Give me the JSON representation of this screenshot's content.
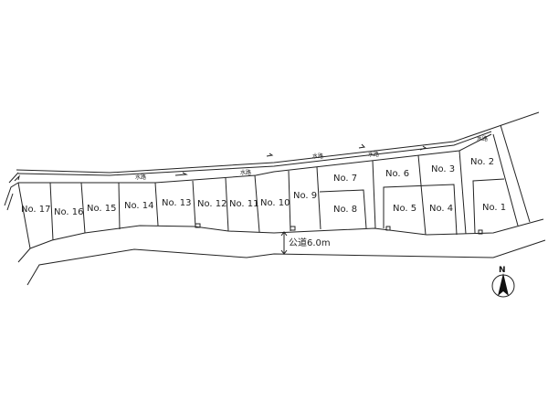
{
  "lots": [
    {
      "label": "No. 1"
    },
    {
      "label": "No. 2"
    },
    {
      "label": "No. 3"
    },
    {
      "label": "No. 4"
    },
    {
      "label": "No. 5"
    },
    {
      "label": "No. 6"
    },
    {
      "label": "No. 7"
    },
    {
      "label": "No. 8"
    },
    {
      "label": "No. 9"
    },
    {
      "label": "No. 10"
    },
    {
      "label": "No. 11"
    },
    {
      "label": "No. 12"
    },
    {
      "label": "No. 13"
    },
    {
      "label": "No. 14"
    },
    {
      "label": "No. 15"
    },
    {
      "label": "No. 16"
    },
    {
      "label": "No. 17"
    }
  ],
  "waterway_label": "水路",
  "road_label": "公道6.0m",
  "north_label": "N"
}
